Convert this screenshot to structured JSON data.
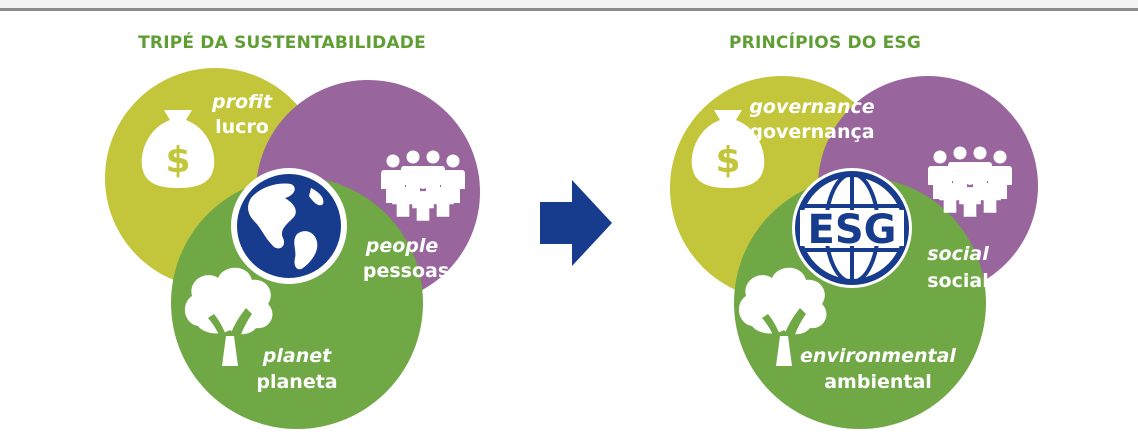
{
  "colors": {
    "profit": "#c3c63a",
    "people": "#98669c",
    "planet": "#70a846",
    "globe": "#173b8d",
    "title_green": "#5e9e32",
    "arrow": "#173b8d",
    "line": "#8c8c8c"
  },
  "left": {
    "title": "TRIPÉ DA SUSTENTABILIDADE",
    "profit": {
      "en": "profit",
      "pt": "lucro",
      "icon": "money-bag-icon"
    },
    "people": {
      "en": "people",
      "pt": "pessoas",
      "icon": "people-group-icon"
    },
    "planet": {
      "en": "planet",
      "pt": "planeta",
      "icon": "tree-icon"
    },
    "center_icon": "globe-icon"
  },
  "arrow_icon": "right-arrow-icon",
  "right": {
    "title": "PRINCÍPIOS DO ESG",
    "governance": {
      "en": "governance",
      "pt": "governança",
      "icon": "money-bag-icon"
    },
    "social": {
      "en": "social",
      "pt": "social",
      "icon": "people-group-icon"
    },
    "environmental": {
      "en": "environmental",
      "pt": "ambiental",
      "icon": "tree-icon"
    },
    "center_badge": "ESG",
    "center_icon": "esg-globe-icon"
  }
}
